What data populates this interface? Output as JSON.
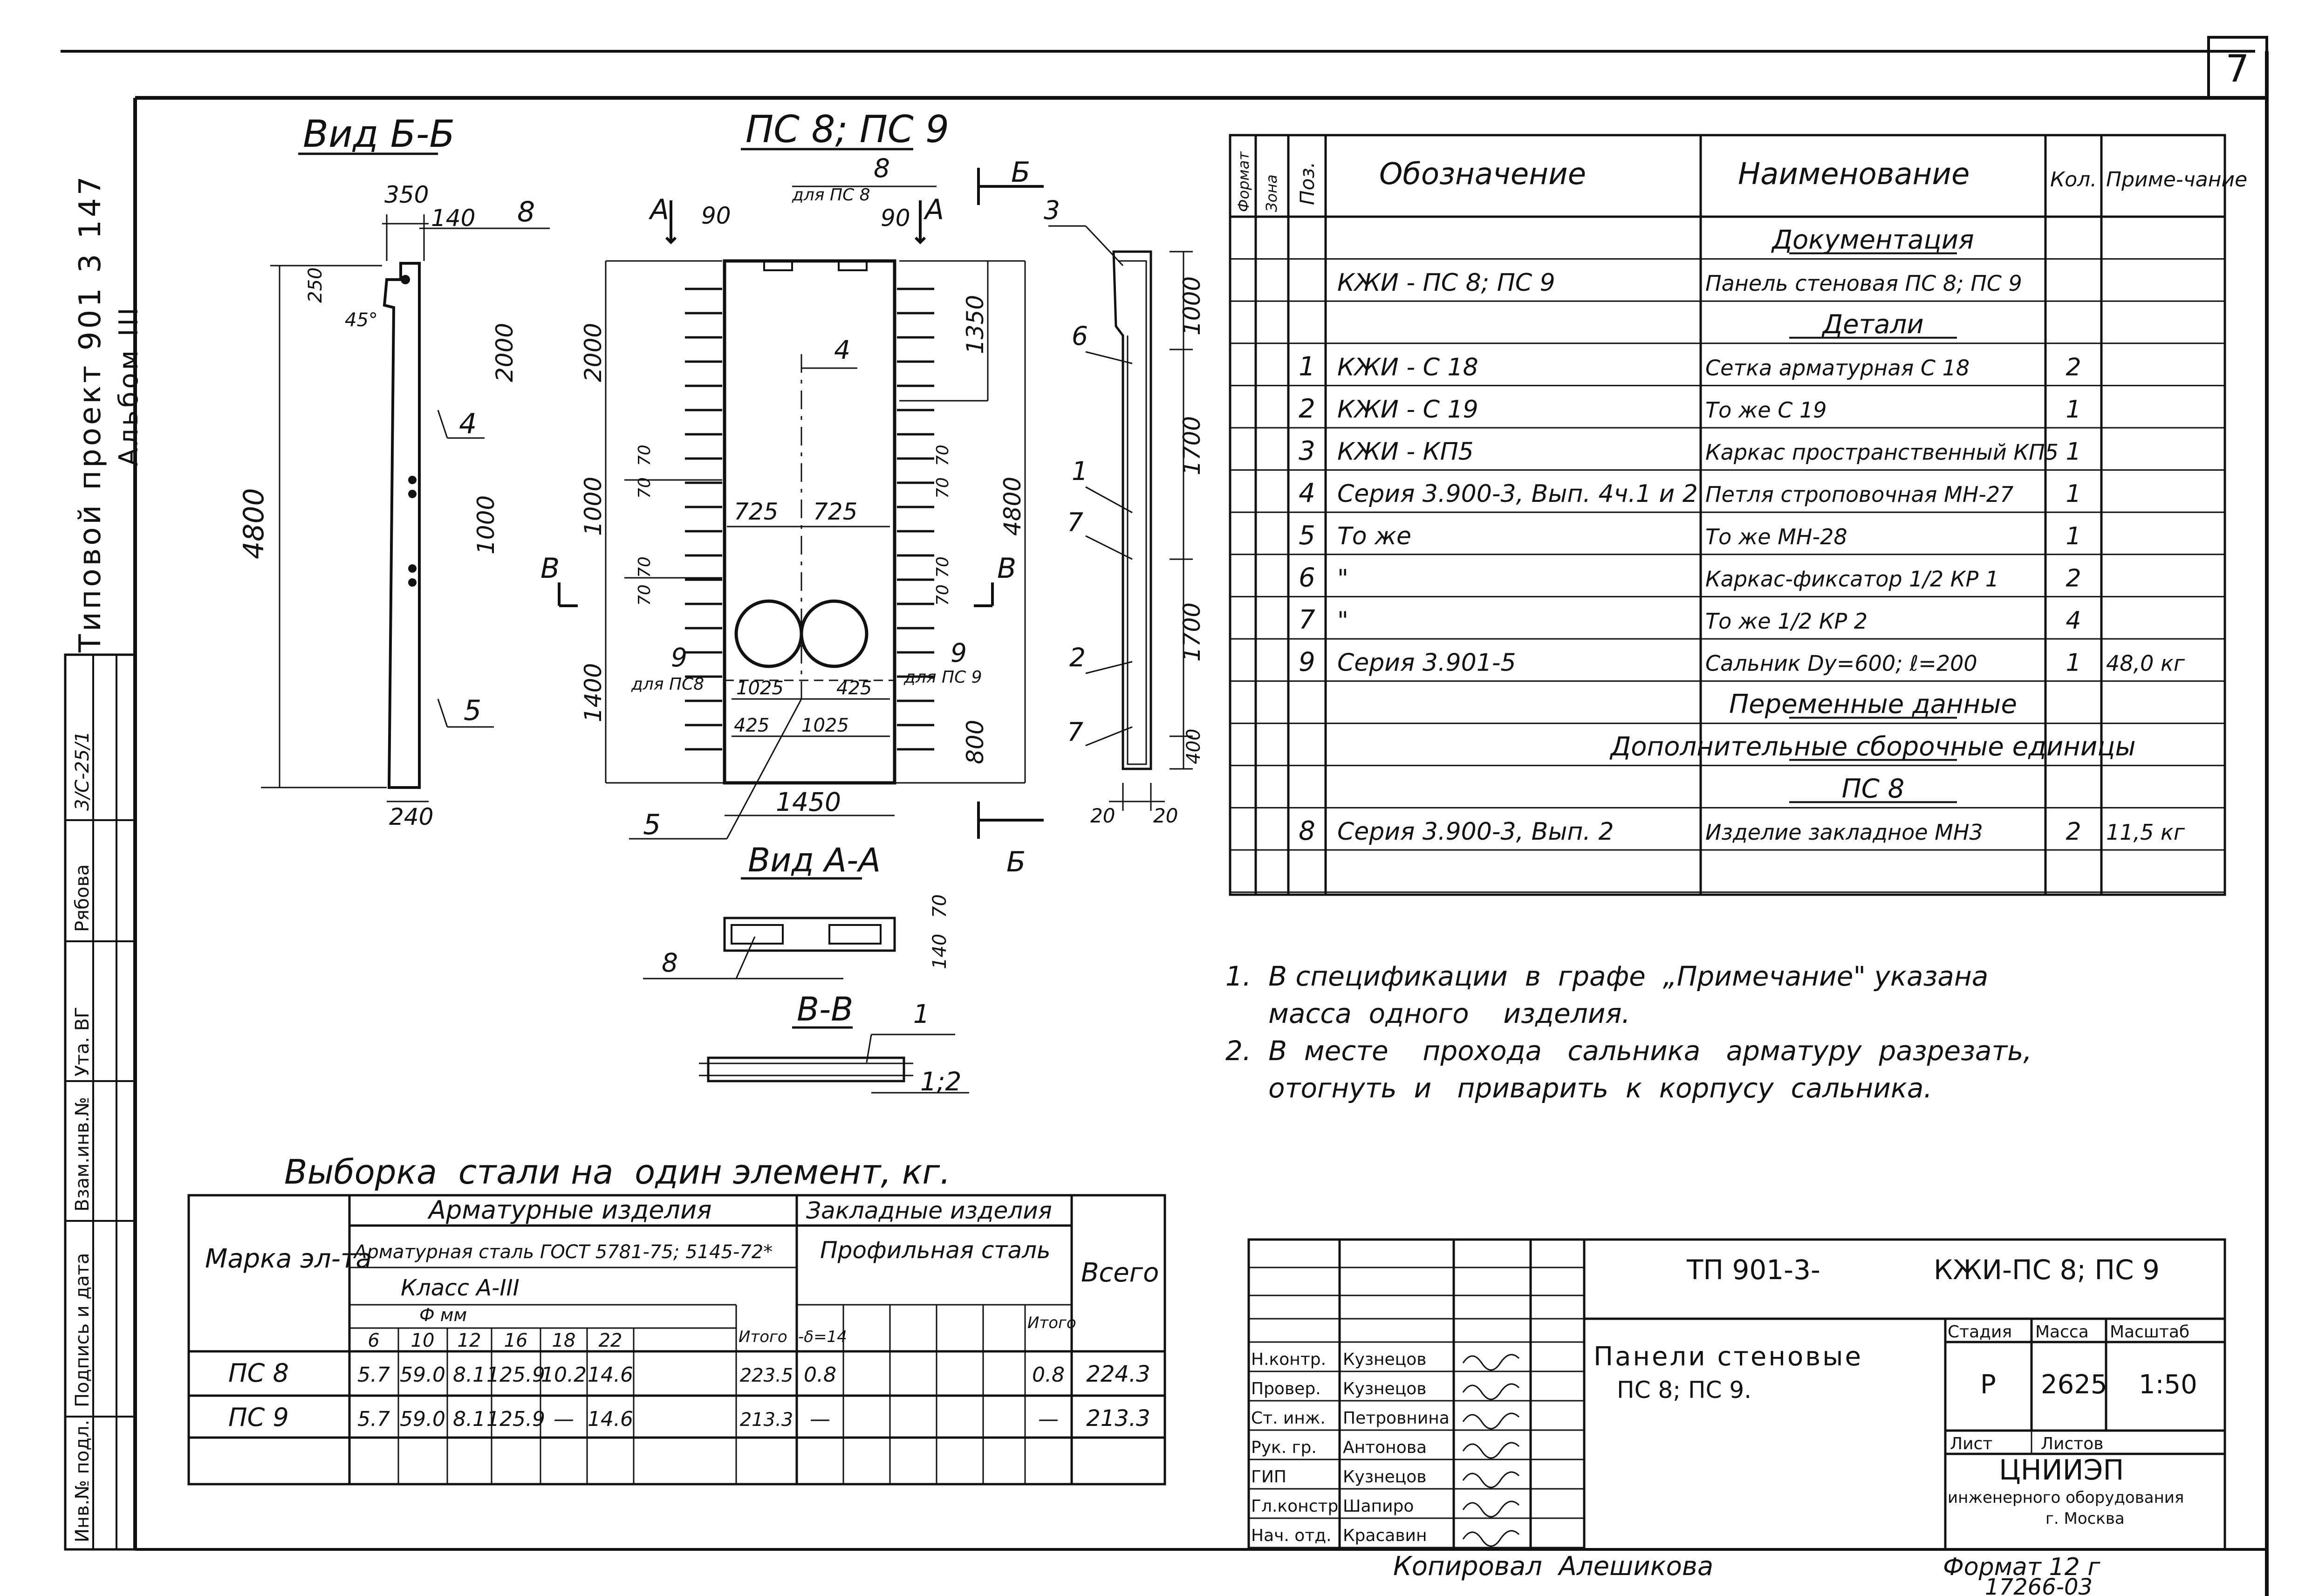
{
  "sheet": {
    "number": "7",
    "side_stamp_project": "Типовой проект 901 3 147",
    "side_stamp_album": "Альбом III",
    "side_fields": [
      "Инв.№ подл.",
      "Подпись и дата",
      "Взам.инв.№",
      "Ута. ВГ",
      "Рябова",
      "3/С-25/1"
    ]
  },
  "views": {
    "bb_title": "Вид Б-Б",
    "main_title": "ПС 8; ПС 9",
    "aa_title": "Вид А-А",
    "vv_title": "В-В",
    "bb_dims": {
      "w350": "350",
      "d140": "140",
      "d250": "250",
      "a45": "45°",
      "h2000": "2000",
      "h1000": "1000",
      "h4800": "4800",
      "w240": "240"
    },
    "main_dims": {
      "d90a": "90",
      "d90b": "90",
      "h2000": "2000",
      "h1350": "1350",
      "d70a": "70",
      "d70b": "70",
      "d70c": "70",
      "d70d": "70",
      "d70e": "70",
      "d70f": "70",
      "d70g": "70",
      "d70h": "70",
      "h1000": "1000",
      "w725a": "725",
      "w725b": "725",
      "h4800": "4800",
      "h1400": "1400",
      "w1025a": "1025",
      "w425a": "425",
      "w425b": "425",
      "w1025b": "1025",
      "h800": "800",
      "w1450": "1450",
      "for_ps8": "для ПС 8",
      "for_ps9": "для ПС 9",
      "for_ps8b": "для ПС8"
    },
    "side_dims": {
      "h1000": "1000",
      "h1700a": "1700",
      "h1700b": "1700",
      "h400": "400",
      "d20a": "20",
      "d20b": "20"
    },
    "aa_dims": {
      "d70": "70",
      "d140": "140"
    },
    "section_marks": {
      "a": "А",
      "b": "Б",
      "v": "В"
    },
    "callouts": {
      "c1": "1",
      "c2": "2",
      "c3": "3",
      "c4": "4",
      "c5": "5",
      "c6": "6",
      "c7": "7",
      "c8": "8",
      "c9": "9",
      "c12": "1;2"
    }
  },
  "spec": {
    "headers": {
      "format": "Формат",
      "zone": "Зона",
      "pos": "Поз.",
      "designation": "Обозначение",
      "name": "Наименование",
      "qty": "Кол.",
      "note": "Приме-чание"
    },
    "rows": [
      {
        "pos": "",
        "des": "",
        "name": "Документация",
        "qty": "",
        "note": "",
        "header": true
      },
      {
        "pos": "",
        "des": "КЖИ - ПС 8; ПС 9",
        "name": "Панель стеновая ПС 8; ПС 9",
        "qty": "",
        "note": ""
      },
      {
        "pos": "",
        "des": "",
        "name": "Детали",
        "qty": "",
        "note": "",
        "header": true
      },
      {
        "pos": "1",
        "des": "КЖИ - С 18",
        "name": "Сетка арматурная С 18",
        "qty": "2",
        "note": ""
      },
      {
        "pos": "2",
        "des": "КЖИ - С 19",
        "name": "То же            С 19",
        "qty": "1",
        "note": ""
      },
      {
        "pos": "3",
        "des": "КЖИ - КП5",
        "name": "Каркас пространственный КП5",
        "qty": "1",
        "note": ""
      },
      {
        "pos": "4",
        "des": "Серия 3.900-3, Вып. 4ч.1 и 2",
        "name": "Петля строповочная  МН-27",
        "qty": "1",
        "note": ""
      },
      {
        "pos": "5",
        "des": "То же",
        "name": "То  же          МН-28",
        "qty": "1",
        "note": ""
      },
      {
        "pos": "6",
        "des": "\"",
        "name": "Каркас-фиксатор 1/2 КР 1",
        "qty": "2",
        "note": ""
      },
      {
        "pos": "7",
        "des": "\"",
        "name": "То  же       1/2 КР 2",
        "qty": "4",
        "note": ""
      },
      {
        "pos": "9",
        "des": "Серия 3.901-5",
        "name": "Сальник Dу=600; ℓ=200",
        "qty": "1",
        "note": "48,0 кг"
      },
      {
        "pos": "",
        "des": "",
        "name": "Переменные данные",
        "qty": "",
        "note": "",
        "header": true
      },
      {
        "pos": "",
        "des": "",
        "name": "Дополнительные сборочные единицы",
        "qty": "",
        "note": "",
        "header": true
      },
      {
        "pos": "",
        "des": "",
        "name": "ПС 8",
        "qty": "",
        "note": "",
        "header": true
      },
      {
        "pos": "8",
        "des": "Серия 3.900-3, Вып. 2",
        "name": "Изделие закладное МН3",
        "qty": "2",
        "note": "11,5 кг"
      },
      {
        "pos": "",
        "des": "",
        "name": "",
        "qty": "",
        "note": ""
      }
    ]
  },
  "notes": [
    "1.  В спецификации  в  графе  „Примечание\" указана",
    "     масса  одного    изделия.",
    "2.  В  месте    прохода   сальника   арматуру  разрезать,",
    "     отогнуть  и   приварить  к  корпусу  сальника."
  ],
  "steel": {
    "title": "Выборка  стали на  один элемент, кг.",
    "mark_header": "Марка эл-та",
    "armatura_header": "Арматурные  изделия",
    "zakladnye_header": "Закладные изделия",
    "steel_grade": "Арматурная  сталь ГОСТ 5781-75; 5145-72*",
    "class": "Класс  А-III",
    "diam_header": "Ф мм",
    "diameters": [
      "6",
      "10",
      "12",
      "16",
      "18",
      "22"
    ],
    "itogo": "Итого",
    "delta": "-δ=14",
    "profile": "Профильная сталь",
    "itogo2": "Итого",
    "total": "Всего",
    "rows": [
      {
        "mark": "ПС 8",
        "vals": [
          "5.7",
          "59.0",
          "8.1",
          "125.9",
          "10.2",
          "14.6"
        ],
        "itogo": "223.5",
        "delta": "0.8",
        "itogo2": "0.8",
        "total": "224.3"
      },
      {
        "mark": "ПС 9",
        "vals": [
          "5.7",
          "59.0",
          "8.1",
          "125.9",
          "—",
          "14.6"
        ],
        "itogo": "213.3",
        "delta": "—",
        "itogo2": "—",
        "total": "213.3"
      }
    ]
  },
  "title_block": {
    "code_left": "ТП 901-3-",
    "code_right": "КЖИ-ПС 8; ПС 9",
    "title": "Панели стеновые",
    "subtitle": "ПС 8; ПС 9.",
    "stage_label": "Стадия",
    "mass_label": "Масса",
    "scale_label": "Масштаб",
    "stage": "Р",
    "mass": "2625",
    "scale": "1:50",
    "sheet_label": "Лист",
    "sheets_label": "Листов",
    "org": "ЦНИИЭП",
    "org_sub": "инженерного оборудования",
    "org_city": "г. Москва",
    "staff": [
      {
        "role": "Н.контр.",
        "name": "Кузнецов"
      },
      {
        "role": "Провер.",
        "name": "Кузнецов"
      },
      {
        "role": "Ст. инж.",
        "name": "Петровнина"
      },
      {
        "role": "Рук. гр.",
        "name": "Антонова"
      },
      {
        "role": "ГИП",
        "name": "Кузнецов"
      },
      {
        "role": "Гл.констр",
        "name": "Шапиро"
      },
      {
        "role": "Нач. отд.",
        "name": "Красавин"
      }
    ]
  },
  "footer": {
    "copied": "Копировал  Алешикова",
    "format": "Формат 12 г",
    "number": "17266-03"
  }
}
